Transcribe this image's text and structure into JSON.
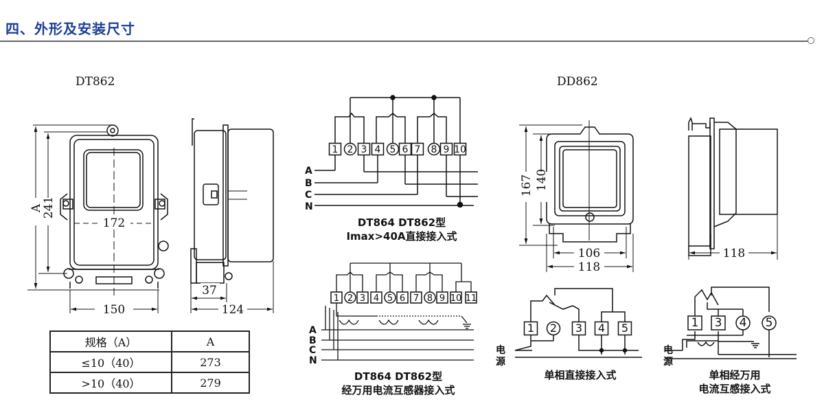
{
  "header": {
    "title": "四、外形及安装尺寸"
  },
  "dt862": {
    "model": "DT862",
    "dim_A": "A",
    "dim_height": "241",
    "dim_mount_width": "172",
    "dim_width": "150",
    "dim_depth_front": "37",
    "dim_depth": "124"
  },
  "spec_table": {
    "headers": [
      "规格（A）",
      "A"
    ],
    "rows": [
      [
        "≤10（40）",
        "273"
      ],
      [
        ">10（40）",
        "279"
      ]
    ]
  },
  "wiring_direct": {
    "terminals": [
      "1",
      "2",
      "3",
      "4",
      "5",
      "6",
      "7",
      "8",
      "9",
      "10"
    ],
    "phases": [
      "A",
      "B",
      "C",
      "N"
    ],
    "caption_line1": "DT864  DT862型",
    "caption_line2": "Imax>40A直接接入式"
  },
  "wiring_ct": {
    "terminals": [
      "1",
      "2",
      "3",
      "4",
      "5",
      "6",
      "7",
      "8",
      "9",
      "10",
      "11"
    ],
    "phases": [
      "A",
      "B",
      "C",
      "N"
    ],
    "caption_line1": "DT864  DT862型",
    "caption_line2": "经万用电流互感器接入式"
  },
  "dd862": {
    "model": "DD862",
    "dim_height": "167",
    "dim_mount_height": "140",
    "dim_mount_width": "106",
    "dim_width": "118",
    "dim_depth": "118"
  },
  "single_direct": {
    "terminals": [
      "1",
      "2",
      "3",
      "4",
      "5"
    ],
    "source_label": [
      "电",
      "源"
    ],
    "caption": "单相直接接入式"
  },
  "single_ct": {
    "terminals": [
      "1",
      "3",
      "4",
      "5"
    ],
    "source_label": [
      "电",
      "源"
    ],
    "caption_line1": "单相经万用",
    "caption_line2": "电流互感接入式"
  },
  "colors": {
    "title": "#1c3f94",
    "line": "#111111"
  }
}
